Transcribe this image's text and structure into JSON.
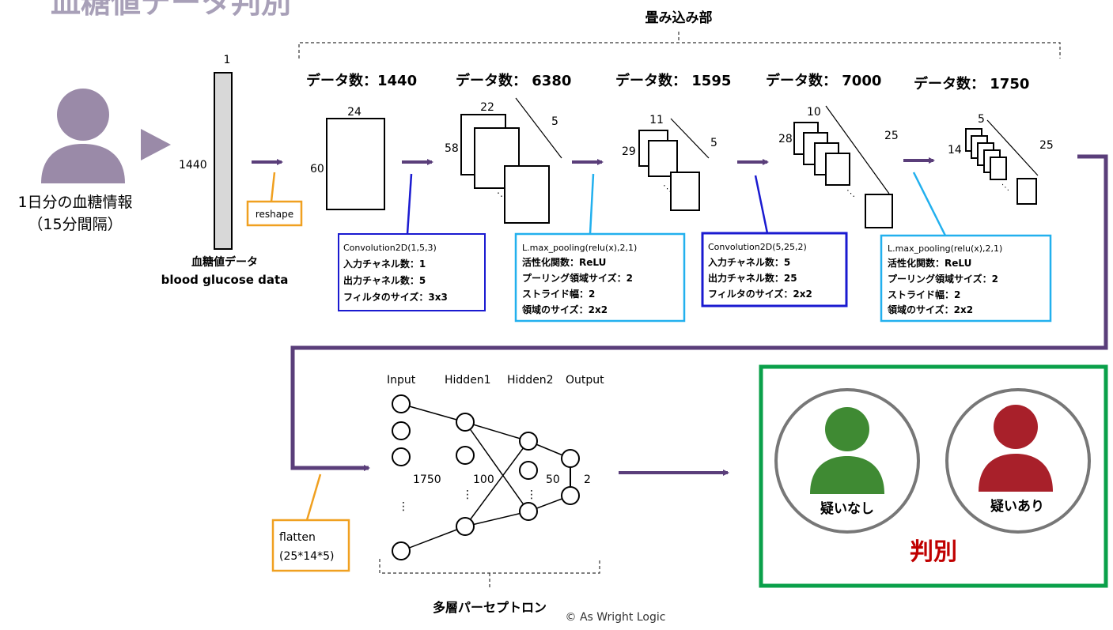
{
  "title": "血糖値データ判別",
  "colors": {
    "arrow": "#5a3e7a",
    "person_gray": "#9a8aa8",
    "conv_border": "#1a1ad0",
    "pool_border": "#22b0ee",
    "orange": "#f0a020",
    "result_border": "#0aa04a",
    "verdict": "#c00000",
    "person_green": "#3f8a33",
    "person_red": "#a8202a"
  },
  "conv_section_label": "畳み込み部",
  "input": {
    "person_caption_line1": "1日分の血糖情報",
    "person_caption_line2": "（15分間隔）",
    "bar_top_label": "1",
    "bar_side_label": "1440",
    "bar_caption_line1": "血糖値データ",
    "bar_caption_line2": "blood glucose data",
    "reshape_label": "reshape"
  },
  "data_counts": [
    "データ数：1440",
    "データ数： 6380",
    "データ数： 1595",
    "データ数： 7000",
    "データ数： 1750"
  ],
  "tensors": [
    {
      "w": "24",
      "h": "60",
      "depth": ""
    },
    {
      "w": "22",
      "h": "58",
      "depth": "5"
    },
    {
      "w": "11",
      "h": "29",
      "depth": "5"
    },
    {
      "w": "10",
      "h": "28",
      "depth": "25"
    },
    {
      "w": "5",
      "h": "14",
      "depth": "25"
    }
  ],
  "layer_boxes": [
    {
      "lines": [
        "Convolution2D(1,5,3)",
        "入力チャネル数：1",
        "出力チャネル数：5",
        "フィルタのサイズ：3x3"
      ]
    },
    {
      "lines": [
        "L.max_pooling(relu(x),2,1)",
        "活性化関数：ReLU",
        "プーリング領域サイズ：2",
        "ストライド幅：2",
        "領域のサイズ：2x2"
      ]
    },
    {
      "lines": [
        "Convolution2D(5,25,2)",
        "入力チャネル数：5",
        "出力チャネル数：25",
        "フィルタのサイズ：2x2"
      ]
    },
    {
      "lines": [
        "L.max_pooling(relu(x),2,1)",
        "活性化関数：ReLU",
        "プーリング領域サイズ：2",
        "ストライド幅：2",
        "領域のサイズ：2x2"
      ]
    }
  ],
  "flatten": {
    "line1": "flatten",
    "line2": "(25*14*5)"
  },
  "mlp": {
    "label": "多層パーセプトロン",
    "layer_names": [
      "Input",
      "Hidden1",
      "Hidden2",
      "Output"
    ],
    "layer_sizes": [
      "1750",
      "100",
      "50",
      "2"
    ]
  },
  "result": {
    "no_suspicion": "疑いなし",
    "suspicion": "疑いあり",
    "verdict": "判別"
  },
  "copyright": "© As Wright Logic"
}
